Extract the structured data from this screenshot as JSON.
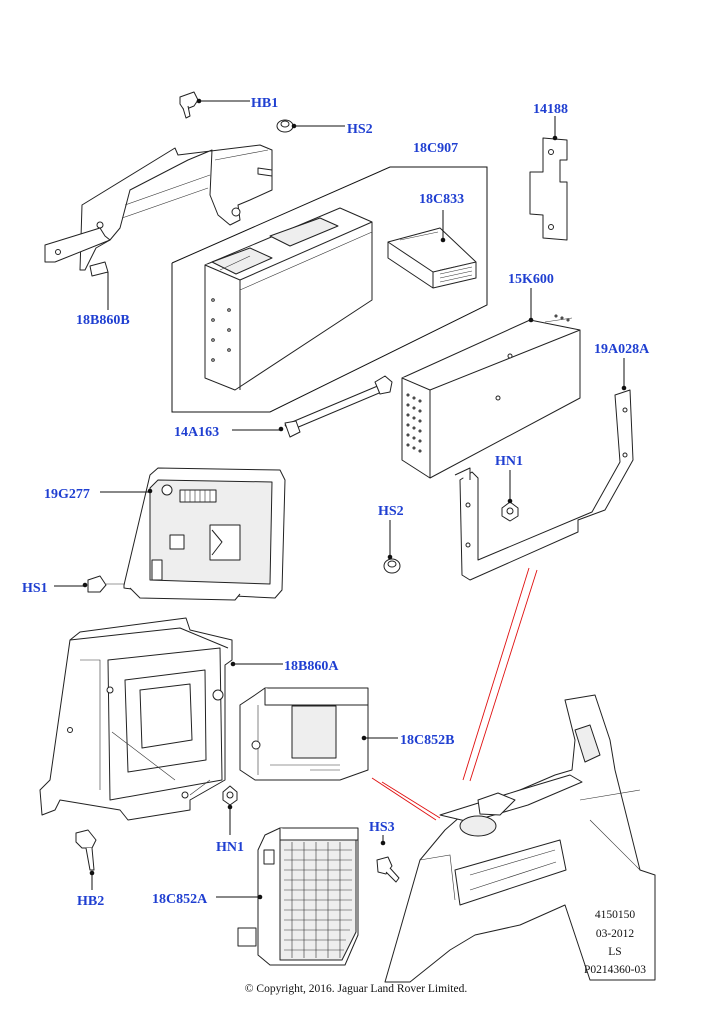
{
  "labels": {
    "hb1": "HB1",
    "hs2_top": "HS2",
    "p18c907": "18C907",
    "p14188": "14188",
    "p18c833": "18C833",
    "p15k600": "15K600",
    "p18b860b": "18B860B",
    "p19a028a": "19A028A",
    "p14a163": "14A163",
    "hn1_top": "HN1",
    "p19g277": "19G277",
    "hs2_mid": "HS2",
    "hs1": "HS1",
    "p18b860a": "18B860A",
    "p18c852b": "18C852B",
    "hn1_bottom": "HN1",
    "hs3": "HS3",
    "hb2": "HB2",
    "p18c852a": "18C852A"
  },
  "reference": {
    "number": "4150150",
    "date": "03-2012",
    "model": "LS",
    "part_code": "P0214360-03"
  },
  "copyright": "© Copyright, 2016. Jaguar Land Rover Limited."
}
